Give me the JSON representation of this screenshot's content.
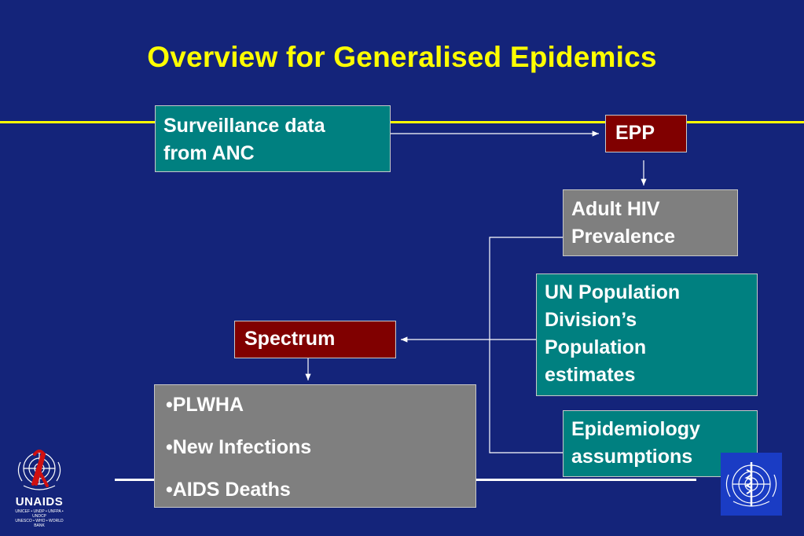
{
  "slide": {
    "title": "Overview for Generalised Epidemics"
  },
  "boxes": {
    "surveillance": [
      "Surveillance data",
      "from ANC"
    ],
    "epp": "EPP",
    "adult_hiv": [
      "Adult HIV",
      "Prevalence"
    ],
    "un_population": [
      "UN Population",
      "Division’s",
      "Population",
      "estimates"
    ],
    "spectrum": "Spectrum",
    "epidemiology": [
      "Epidemiology",
      "assumptions"
    ],
    "outputs": [
      "•PLWHA",
      "•New Infections",
      "•AIDS Deaths"
    ]
  },
  "logo": {
    "name": "UNAIDS",
    "sponsors": [
      "UNICEF • UNDP • UNFPA • UNDCP",
      "UNESCO • WHO • WORLD BANK"
    ],
    "icon": "un-emblem-ribbon-icon",
    "right_icon": "who-emblem-icon"
  },
  "colors": {
    "background": "#14247a",
    "title": "#ffff00",
    "teal_box": "#008080",
    "grey_box": "#7f7f7f",
    "maroon_box": "#800000",
    "rule_yellow": "#ffff00",
    "rule_white": "#ffffff"
  }
}
